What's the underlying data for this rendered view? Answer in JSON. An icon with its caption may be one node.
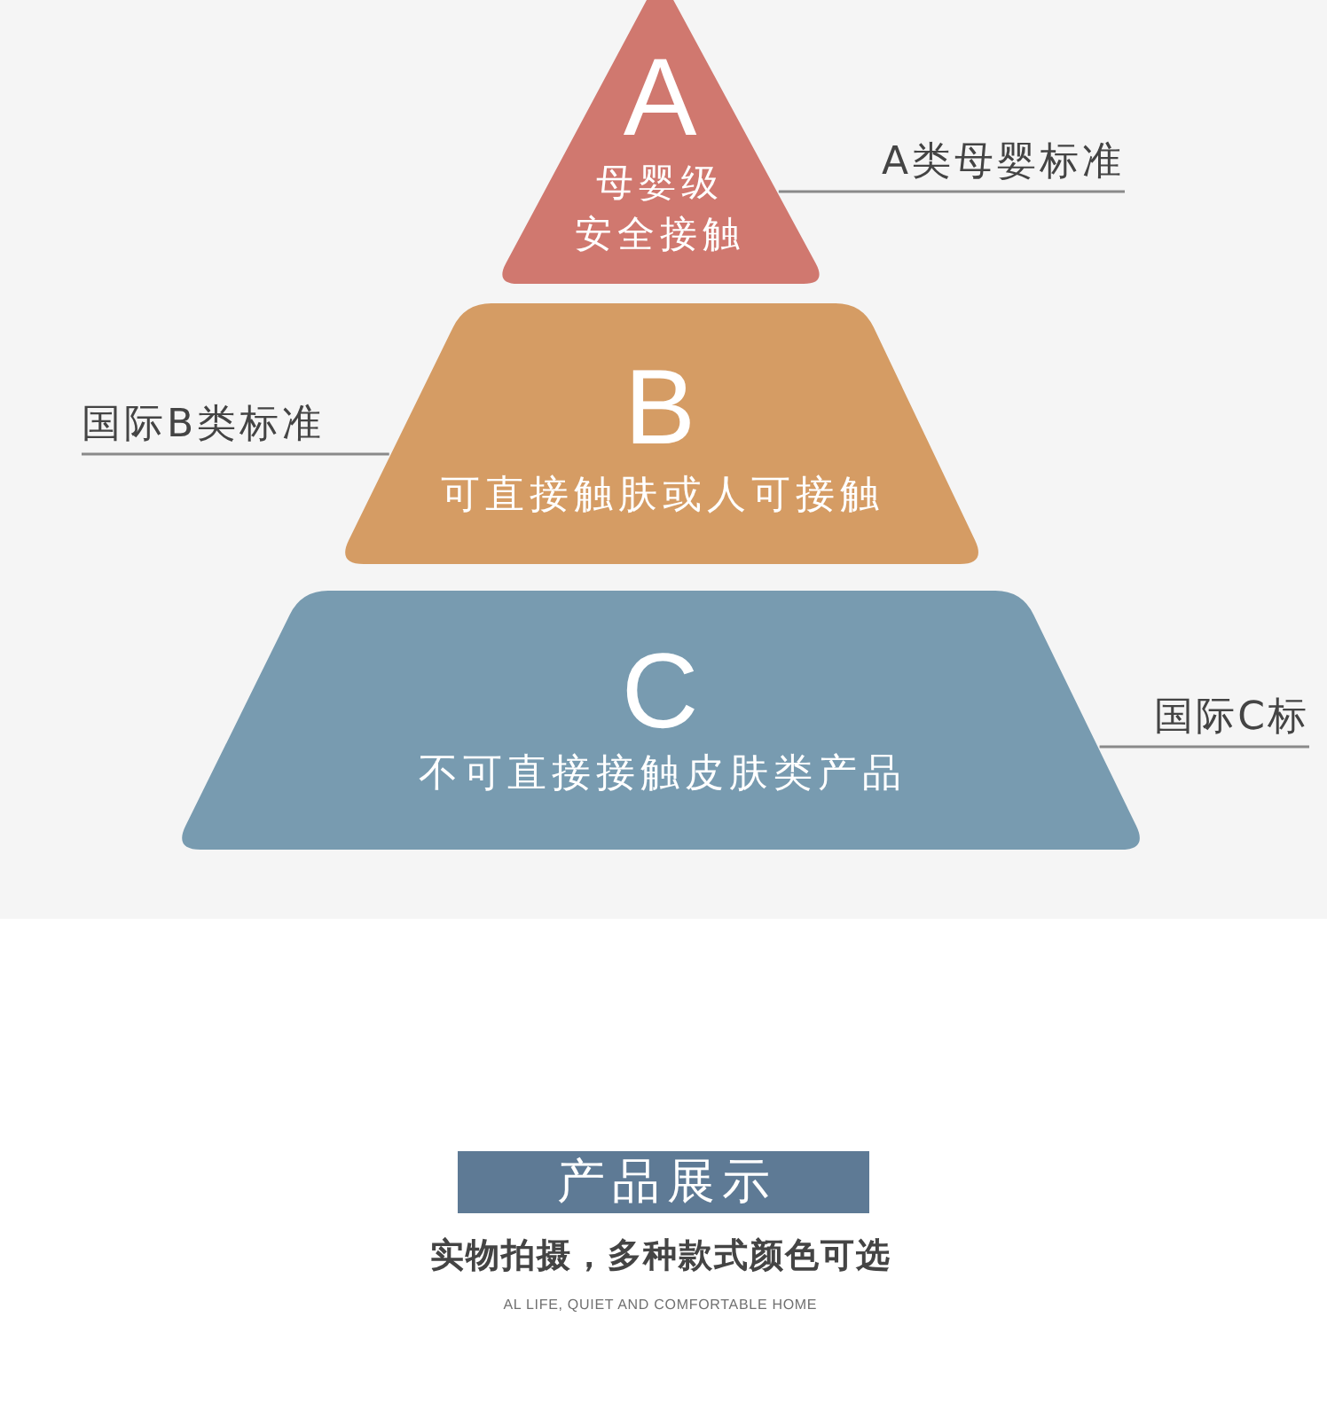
{
  "diagram": {
    "nodes": [
      {
        "text": [
          "A",
          "母婴级安全接触"
        ]
      },
      {
        "text": [
          "A类母婴标准"
        ]
      },
      {
        "text": [
          "B",
          "可直接触肤或人可接触"
        ]
      },
      {
        "text": [
          "国际B类标准"
        ]
      },
      {
        "text": [
          "C",
          "不可直接接触皮肤类产品"
        ]
      },
      {
        "text": [
          "国际C标"
        ]
      },
      {
        "text": [
          "产品展示"
        ]
      }
    ],
    "edges": [
      {
        "from": 1,
        "to": 0,
        "arrow": "none"
      },
      {
        "from": 3,
        "to": 2,
        "arrow": "none"
      },
      {
        "from": 5,
        "to": 4,
        "arrow": "none"
      }
    ],
    "labels": [
      "实物拍摄，多种款式颜色可选",
      "AL LIFE, QUIET AND COMFORTABLE HOME"
    ]
  }
}
